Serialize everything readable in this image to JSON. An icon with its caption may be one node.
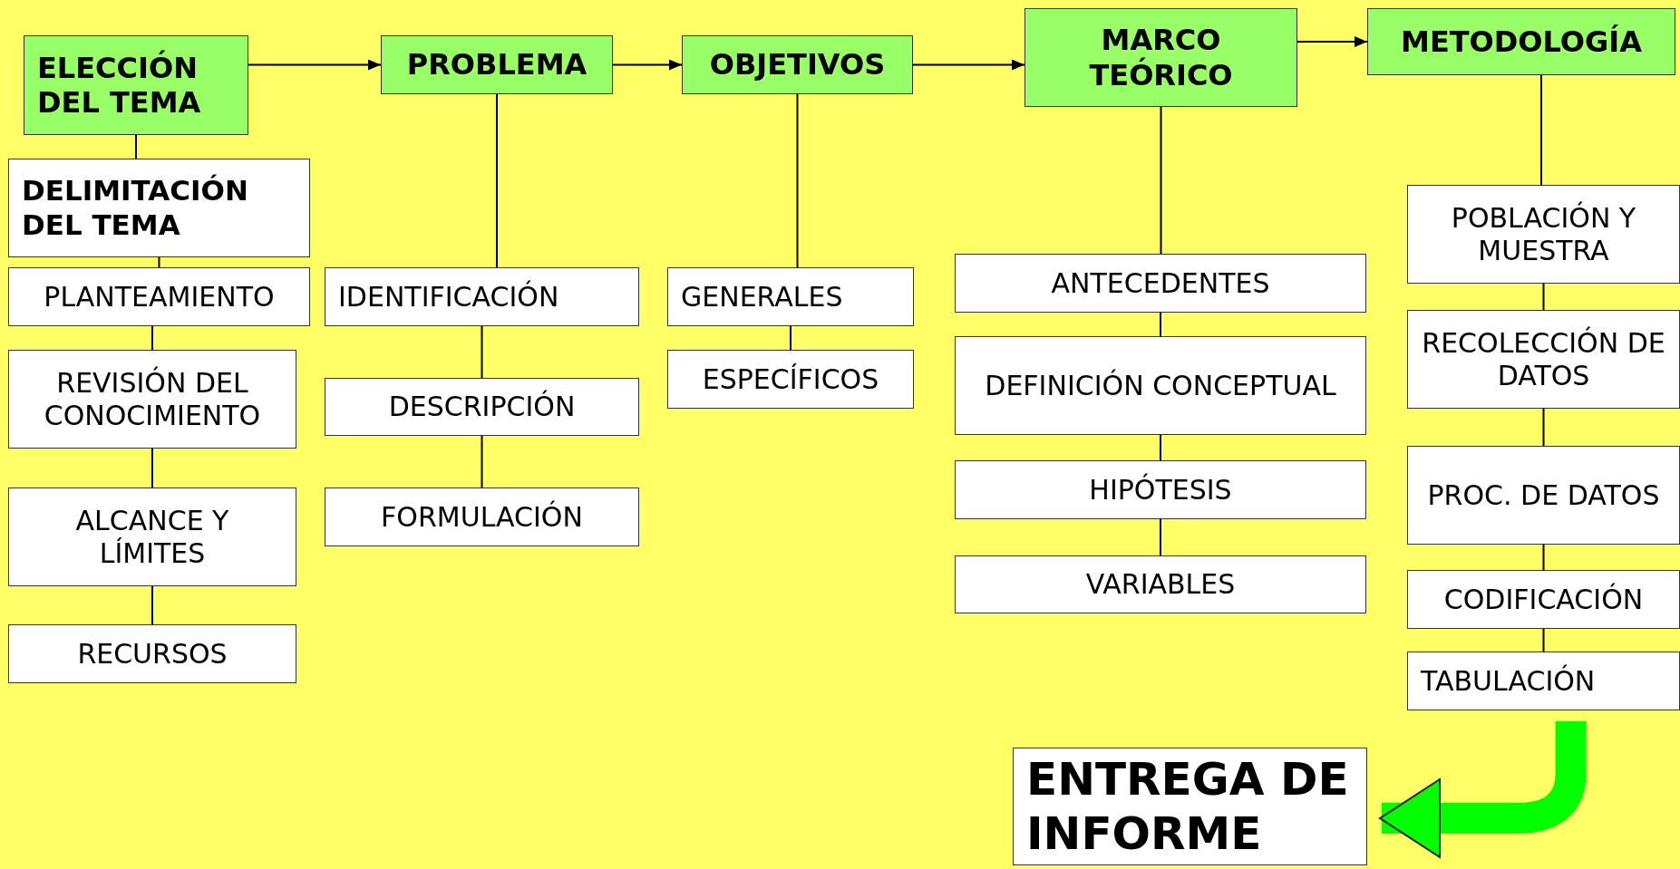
{
  "diagram": {
    "nodes": [
      {
        "text": [
          "ELECCIÓN DEL TEMA"
        ]
      },
      {
        "text": [
          "PROBLEMA"
        ]
      },
      {
        "text": [
          "OBJETIVOS"
        ]
      },
      {
        "text": [
          "MARCO TEÓRICO"
        ]
      },
      {
        "text": [
          "METODOLOGÍA"
        ]
      },
      {
        "text": [
          "DELIMITACIÓN DEL TEMA"
        ]
      },
      {
        "text": [
          "PLANTEAMIENTO"
        ]
      },
      {
        "text": [
          "REVISIÓN DEL CONOCIMIENTO"
        ]
      },
      {
        "text": [
          "ALCANCE Y LÍMITES"
        ]
      },
      {
        "text": [
          "RECURSOS"
        ]
      },
      {
        "text": [
          "IDENTIFICACIÓN"
        ]
      },
      {
        "text": [
          "DESCRIPCIÓN"
        ]
      },
      {
        "text": [
          "FORMULACIÓN"
        ]
      },
      {
        "text": [
          "GENERALES"
        ]
      },
      {
        "text": [
          "ESPECÍFICOS"
        ]
      },
      {
        "text": [
          "ANTECEDENTES"
        ]
      },
      {
        "text": [
          "DEFINICIÓN CONCEPTUAL"
        ]
      },
      {
        "text": [
          "HIPÓTESIS"
        ]
      },
      {
        "text": [
          "VARIABLES"
        ]
      },
      {
        "text": [
          "POBLACIÓN Y MUESTRA"
        ]
      },
      {
        "text": [
          "RECOLECCIÓN DE DATOS"
        ]
      },
      {
        "text": [
          "PROC. DE DATOS"
        ]
      },
      {
        "text": [
          "CODIFICACIÓN"
        ]
      },
      {
        "text": [
          "TABULACIÓN"
        ]
      },
      {
        "text": [
          "ENTREGA DE INFORME"
        ]
      }
    ],
    "edges": [
      {
        "from": 0,
        "to": 1,
        "arrow": "to"
      },
      {
        "from": 1,
        "to": 2,
        "arrow": "to"
      },
      {
        "from": 2,
        "to": 3,
        "arrow": "to"
      },
      {
        "from": 3,
        "to": 4,
        "arrow": "to"
      },
      {
        "from": 0,
        "to": 5,
        "arrow": "none"
      },
      {
        "from": 5,
        "to": 6,
        "arrow": "none"
      },
      {
        "from": 6,
        "to": 7,
        "arrow": "none"
      },
      {
        "from": 7,
        "to": 8,
        "arrow": "none"
      },
      {
        "from": 8,
        "to": 9,
        "arrow": "none"
      },
      {
        "from": 1,
        "to": 10,
        "arrow": "none"
      },
      {
        "from": 10,
        "to": 11,
        "arrow": "none"
      },
      {
        "from": 11,
        "to": 12,
        "arrow": "none"
      },
      {
        "from": 2,
        "to": 13,
        "arrow": "none"
      },
      {
        "from": 13,
        "to": 14,
        "arrow": "none"
      },
      {
        "from": 3,
        "to": 15,
        "arrow": "none"
      },
      {
        "from": 15,
        "to": 16,
        "arrow": "none"
      },
      {
        "from": 16,
        "to": 17,
        "arrow": "none"
      },
      {
        "from": 17,
        "to": 18,
        "arrow": "none"
      },
      {
        "from": 4,
        "to": 19,
        "arrow": "none"
      },
      {
        "from": 19,
        "to": 20,
        "arrow": "none"
      },
      {
        "from": 20,
        "to": 21,
        "arrow": "none"
      },
      {
        "from": 21,
        "to": 22,
        "arrow": "none"
      },
      {
        "from": 22,
        "to": 23,
        "arrow": "none"
      },
      {
        "from": 23,
        "to": 24,
        "arrow": "to",
        "style": "thick",
        "color": "#00ff00"
      }
    ]
  }
}
